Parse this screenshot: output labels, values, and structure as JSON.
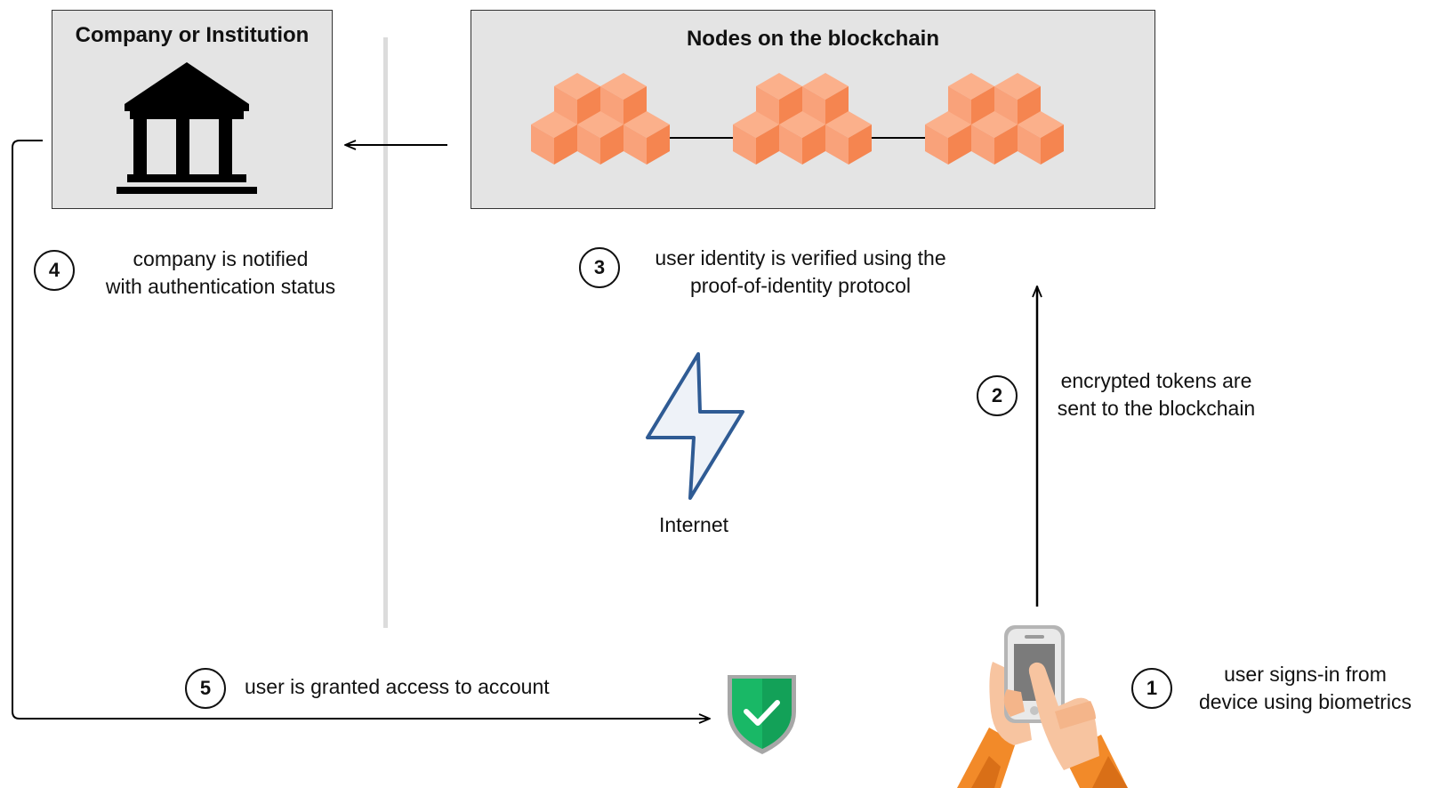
{
  "company_box": {
    "title": "Company or Institution",
    "icon": "bank-building-icon"
  },
  "nodes_box": {
    "title": "Nodes on the blockchain",
    "node_count": 3,
    "node_color": "#f98c5a"
  },
  "internet": {
    "label": "Internet",
    "icon": "lightning-bolt-icon",
    "color": "#2f5b94"
  },
  "steps": [
    {
      "number": "1",
      "line1": "user signs-in from",
      "line2": "device using biometrics"
    },
    {
      "number": "2",
      "line1": "encrypted tokens are",
      "line2": "sent to the blockchain"
    },
    {
      "number": "3",
      "line1": "user identity is verified using the",
      "line2": "proof-of-identity protocol"
    },
    {
      "number": "4",
      "line1": "company is notified",
      "line2": "with authentication status"
    },
    {
      "number": "5",
      "line1": "user is granted access to account"
    }
  ],
  "shield": {
    "icon": "shield-check-icon",
    "color": "#19b866"
  },
  "phone": {
    "icon": "hand-phone-icon"
  }
}
